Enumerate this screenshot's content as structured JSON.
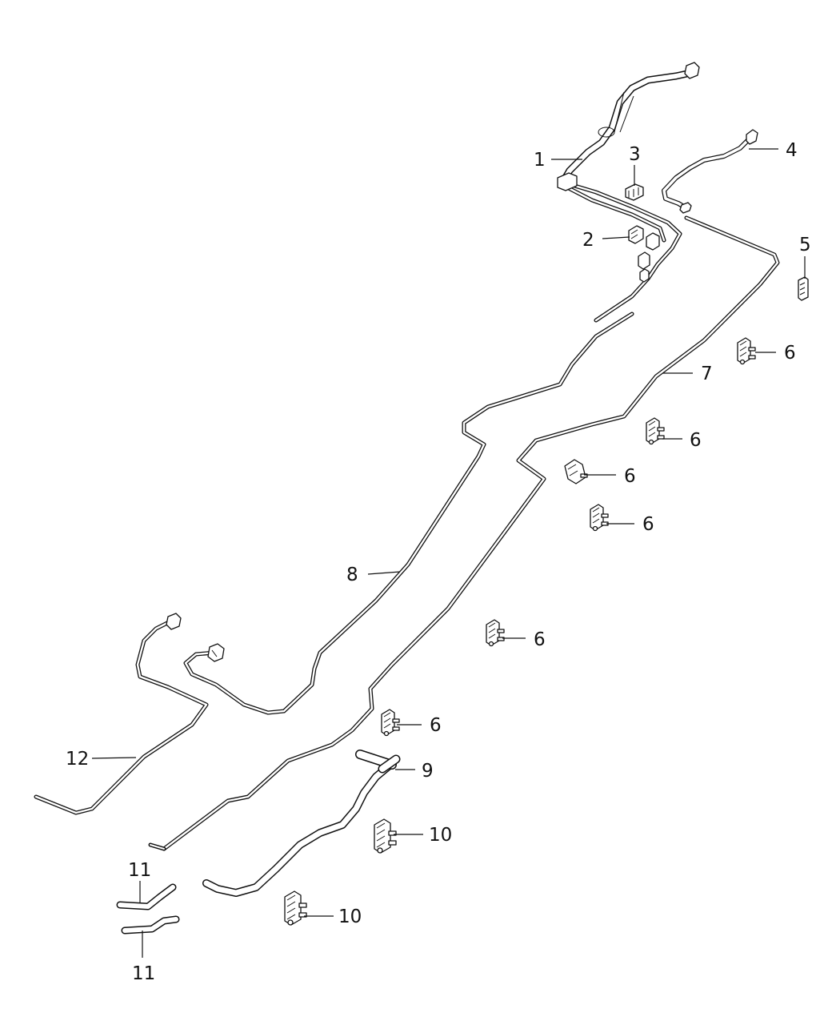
{
  "diagram": {
    "callouts": {
      "c1": "1",
      "c2": "2",
      "c3": "3",
      "c4": "4",
      "c5": "5",
      "c6a": "6",
      "c6b": "6",
      "c6c": "6",
      "c6d": "6",
      "c6e": "6",
      "c6f": "6",
      "c7": "7",
      "c8": "8",
      "c9": "9",
      "c10a": "10",
      "c10b": "10",
      "c11a": "11",
      "c11b": "11",
      "c12": "12"
    },
    "line_color": "#111111",
    "background": "#ffffff"
  }
}
